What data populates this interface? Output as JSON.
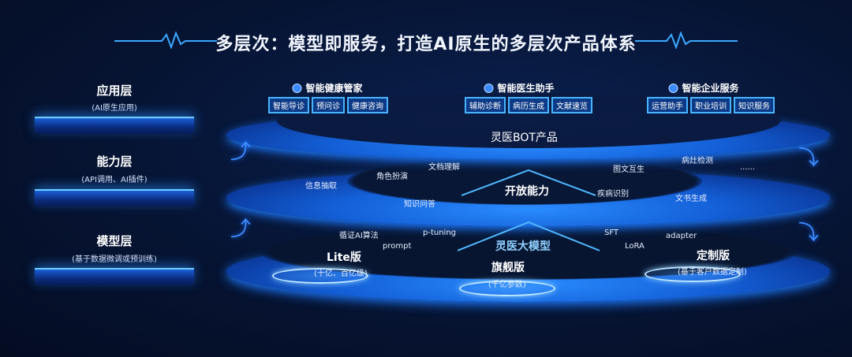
{
  "title": "多层次：模型即服务，打造AI原生的多层次产品体系",
  "layers": [
    {
      "name": "应用层",
      "sub": "(AI原生应用)"
    },
    {
      "name": "能力层",
      "sub": "(API调用、AI插件)"
    },
    {
      "name": "模型层",
      "sub": "(基于数据微调或预训练)"
    }
  ],
  "apps": [
    {
      "title": "智能健康管家",
      "icon": "user-icon",
      "tags": [
        "智能导诊",
        "预问诊",
        "健康咨询"
      ]
    },
    {
      "title": "智能医生助手",
      "icon": "doctor-icon",
      "tags": [
        "辅助诊断",
        "病历生成",
        "文献速览"
      ]
    },
    {
      "title": "智能企业服务",
      "icon": "building-icon",
      "tags": [
        "运营助手",
        "职业培训",
        "知识服务"
      ]
    }
  ],
  "bot_label": "灵医BOT产品",
  "capability": {
    "center": "开放能力",
    "items": [
      "信息抽取",
      "角色扮演",
      "文档理解",
      "知识问答",
      "图文互生",
      "疾病识别",
      "病灶检测",
      "文书生成",
      "......"
    ]
  },
  "model": {
    "center": "灵医大模型",
    "techniques": [
      "循证AI算法",
      "p-tuning",
      "prompt",
      "SFT",
      "LoRA",
      "adapter"
    ],
    "versions": [
      {
        "name": "Lite版",
        "sub": "(十亿、百亿级)"
      },
      {
        "name": "旗舰版",
        "sub": "(千亿参数)"
      },
      {
        "name": "定制版",
        "sub": "(基于客户数据定制)"
      }
    ]
  },
  "colors": {
    "background": "#061433",
    "disk": "#1460d8",
    "tag_border": "#48b4ff"
  }
}
